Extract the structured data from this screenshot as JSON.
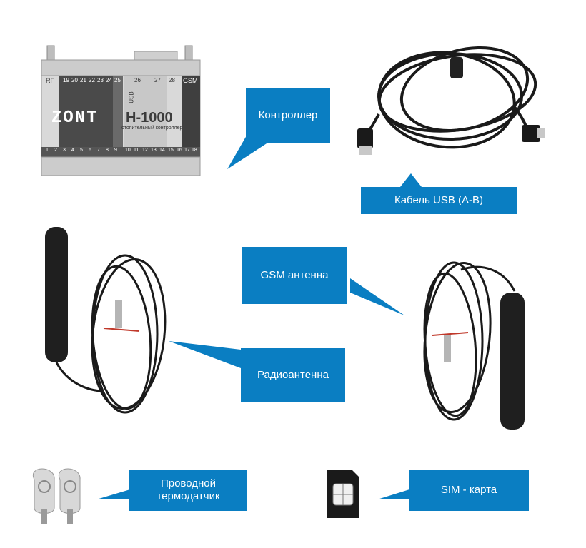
{
  "controller": {
    "brand_logo": "ZONT",
    "model": "H-1000",
    "subtitle": "отопительный контроллер",
    "top_headers": [
      "RF",
      "19",
      "20",
      "21",
      "22",
      "23",
      "24",
      "25",
      "26",
      "27",
      "28",
      "GSM"
    ],
    "usb_label": "USB",
    "bottom_numbers": [
      "1",
      "2",
      "3",
      "4",
      "5",
      "6",
      "7",
      "8",
      "9",
      "10",
      "11",
      "12",
      "13",
      "14",
      "15",
      "16",
      "17",
      "18"
    ]
  },
  "labels": {
    "controller": "Контроллер",
    "usb_cable": "Кабель USB (A-B)",
    "gsm_antenna": "GSM антенна",
    "radio_antenna": "Радиоантенна",
    "wired_sensor_line1": "Проводной",
    "wired_sensor_line2": "термодатчик",
    "sim_card": "SIM - карта"
  },
  "colors": {
    "accent": "#0a7ec2",
    "device_body": "#d9d9d9",
    "cable": "#1a1a1a"
  }
}
